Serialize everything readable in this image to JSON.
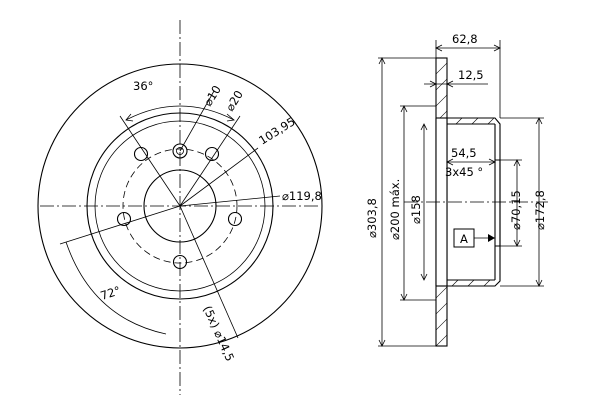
{
  "front_view": {
    "angle_top": "36°",
    "angle_bottom": "72°",
    "hole_small": "⌀10",
    "hole_large": "⌀20",
    "pcd": "103,95",
    "pilot": "⌀119,8",
    "holes": "(5x) ⌀14,5"
  },
  "side_view": {
    "total_width": "62,8",
    "disc_thickness": "12,5",
    "hat_depth": "54,5",
    "chamfer": "3x45 °",
    "d_outer": "⌀303,8",
    "d_min": "⌀200 máx.",
    "d_hat": "⌀158",
    "d_center": "⌀70,15",
    "d_hat_outer": "⌀172,8",
    "ref_label": "A"
  }
}
